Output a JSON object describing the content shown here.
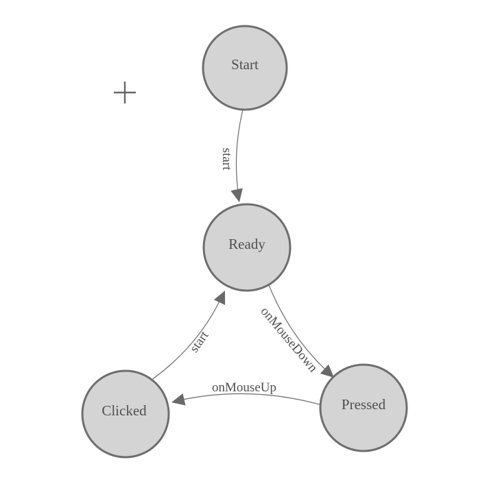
{
  "diagram": {
    "type": "state-machine",
    "background": "#ffffff",
    "nodes": [
      {
        "id": "start",
        "label": "Start"
      },
      {
        "id": "ready",
        "label": "Ready"
      },
      {
        "id": "clicked",
        "label": "Clicked"
      },
      {
        "id": "pressed",
        "label": "Pressed"
      }
    ],
    "edges": [
      {
        "from": "Start",
        "to": "Ready",
        "label": "start"
      },
      {
        "from": "Ready",
        "to": "Pressed",
        "label": "onMouseDown"
      },
      {
        "from": "Pressed",
        "to": "Clicked",
        "label": "onMouseUp"
      },
      {
        "from": "Clicked",
        "to": "Ready",
        "label": "start"
      }
    ],
    "icons": {
      "canvas_marker": "plus-crosshair"
    },
    "colors": {
      "node_fill": "#d4d4d4",
      "node_stroke": "#6e6e6e",
      "edge_line": "#757575",
      "arrow_fill": "#696969",
      "label_text": "#4f4f4f",
      "marker": "#666666",
      "background": "#ffffff"
    }
  }
}
